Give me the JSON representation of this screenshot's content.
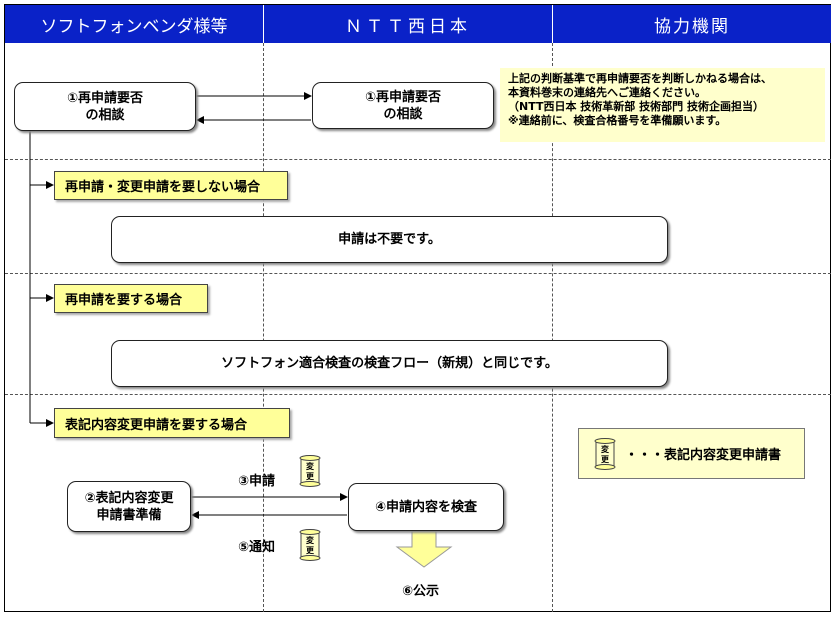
{
  "header": {
    "col1": "ソフトフォンベンダ様等",
    "col2": "ＮＴＴ西日本",
    "col3": "協力機関"
  },
  "consult": {
    "vendor_box": {
      "line1": "①再申請要否",
      "line2": "の相談"
    },
    "ntt_box": {
      "line1": "①再申請要否",
      "line2": "の相談"
    }
  },
  "note": {
    "lines": [
      "上記の判断基準で再申請要否を判断しかねる場合は、",
      "本資料巻末の連絡先へご連絡ください。",
      "（NTT西日本  技術革新部  技術部門  技術企画担当）",
      "※連絡前に、検査合格番号を準備願います。"
    ]
  },
  "case_no_reapply": {
    "label": "再申請・変更申請を要しない場合",
    "box": "申請は不要です。"
  },
  "case_reapply": {
    "label": "再申請を要する場合",
    "box": "ソフトフォン適合検査の検査フロー（新規）と同じです。"
  },
  "case_change": {
    "label": "表記内容変更申請を要する場合",
    "prepare_box": {
      "line1": "②表記内容変更",
      "line2": "申請書準備"
    },
    "inspect_box": "④申請内容を検査",
    "step_apply": "③申請",
    "step_notify": "⑤通知",
    "step_publish": "⑥公示"
  },
  "document_icon": {
    "icon": "document-scroll-icon",
    "text": "変更"
  },
  "legend": {
    "text": "・・・表記内容変更申請書"
  },
  "colors": {
    "header_bg": "#0a22c8",
    "label_bg": "#ffff99",
    "note_bg": "#ffffcc",
    "arrow_fill": "#ffff99"
  }
}
